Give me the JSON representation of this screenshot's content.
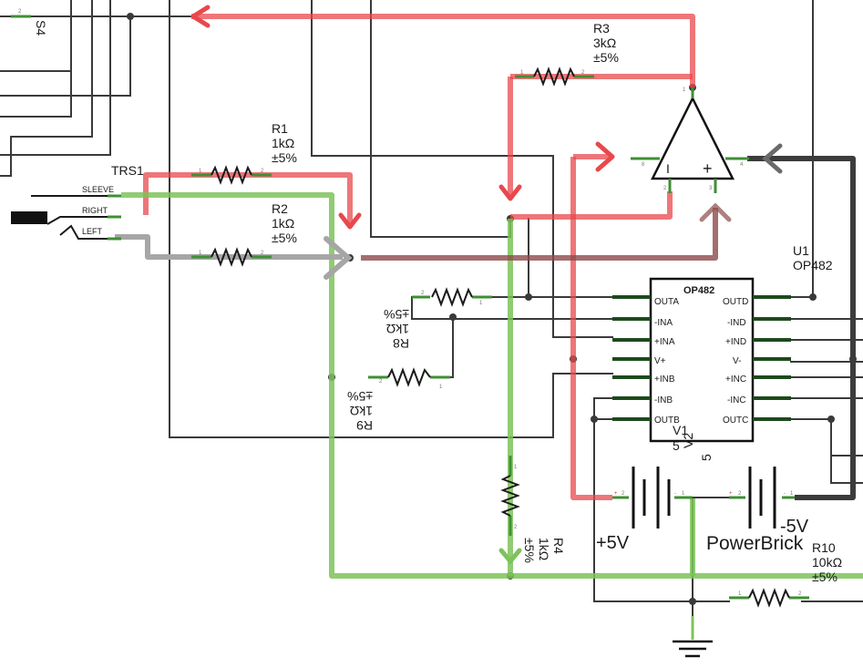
{
  "components": {
    "s4": {
      "ref": "S4",
      "pin": "2"
    },
    "trs1": {
      "ref": "TRS1",
      "sleeve": "SLEEVE",
      "right": "RIGHT",
      "left": "LEFT"
    },
    "r1": {
      "ref": "R1",
      "value": "1kΩ",
      "tol": "±5%",
      "pin1": "1",
      "pin2": "2"
    },
    "r2": {
      "ref": "R2",
      "value": "1kΩ",
      "tol": "±5%",
      "pin1": "1",
      "pin2": "2"
    },
    "r3": {
      "ref": "R3",
      "value": "3kΩ",
      "tol": "±5%",
      "pin1": "1",
      "pin2": "2"
    },
    "r4": {
      "ref": "R4",
      "value": "1kΩ",
      "tol": "±5%",
      "pin1": "1",
      "pin2": "2"
    },
    "r8": {
      "ref": "R8",
      "value": "1kΩ",
      "tol": "±5%",
      "pin1": "1",
      "pin2": "2"
    },
    "r9": {
      "ref": "R9",
      "value": "1kΩ",
      "tol": "±5%",
      "pin1": "1",
      "pin2": "2"
    },
    "r10": {
      "ref": "R10",
      "value": "10kΩ",
      "tol": "±5%",
      "pin1": "1",
      "pin2": "2"
    },
    "opamp": {
      "minus": "I",
      "plus": "+",
      "pin_out": "1",
      "pin_in8": "8",
      "pin_in2": "2",
      "pin_in3": "3",
      "pin_in4": "4"
    },
    "u1": {
      "ref": "U1",
      "part": "OP482",
      "title": "OP482",
      "left_pins": [
        "OUTA",
        "-INA",
        "+INA",
        "V+",
        "+INB",
        "-INB",
        "OUTB"
      ],
      "right_pins": [
        "OUTD",
        "-IND",
        "+IND",
        "V-",
        "+INC",
        "-INC",
        "OUTC"
      ]
    },
    "v1": {
      "ref": "V1",
      "value": "5",
      "label": "+5V",
      "plus": "+",
      "minus": "-",
      "pin1": "1",
      "pin2": "2"
    },
    "v2": {
      "ref": "V2",
      "value": "5",
      "label": "-5V",
      "plus": "+",
      "minus": "-",
      "pin1": "1",
      "pin2": "2"
    },
    "powerbrick": {
      "label": "PowerBrick"
    }
  },
  "colors": {
    "wire": "#3a3a3a",
    "red": "#e8484c",
    "green": "#7dc35a",
    "gray": "#a6a6a6",
    "brown": "#8c4a4a",
    "dark": "#3c3c3c",
    "pinGreen": "#3f8f34",
    "icPin": "#1d4a1d"
  }
}
